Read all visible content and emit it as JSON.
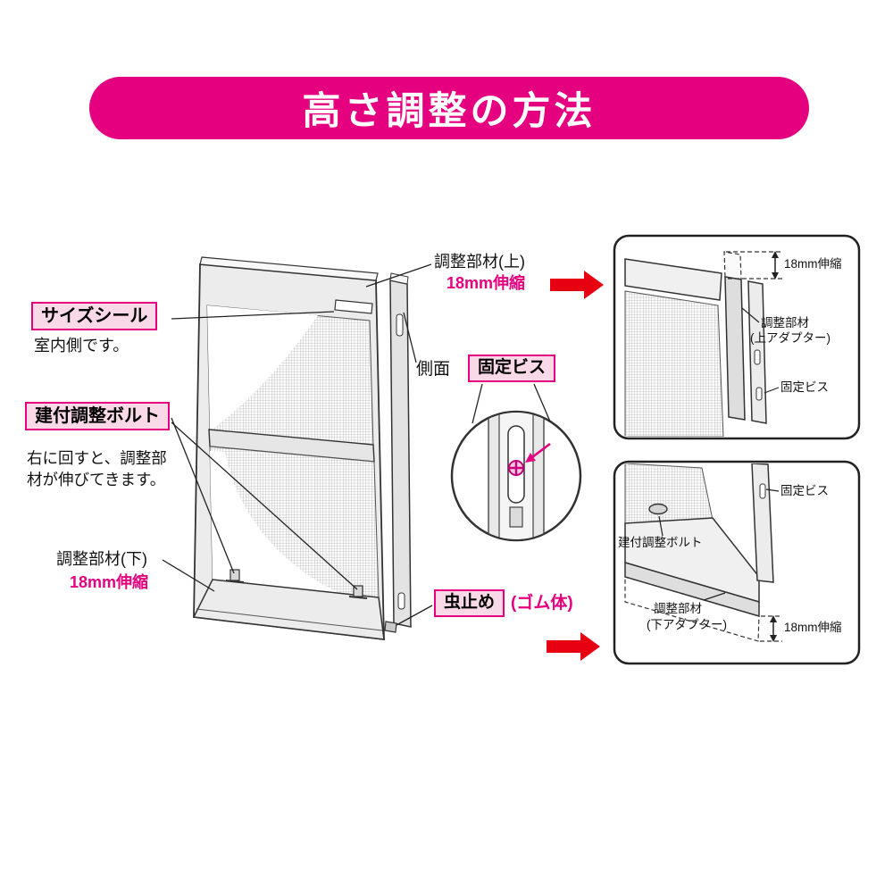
{
  "header": {
    "title": "高さ調整の方法"
  },
  "main_labels": {
    "size_seal": "サイズシール",
    "size_seal_note": "室内側です。",
    "adjust_upper": "調整部材(上)",
    "adjust_upper_dim": "18mm伸縮",
    "side_face": "側面",
    "fixing_screw": "固定ビス",
    "adjust_bolt": "建付調整ボルト",
    "adjust_bolt_note_line1": "右に回すと、調整部",
    "adjust_bolt_note_line2": "材が伸びてきます。",
    "adjust_lower": "調整部材(下)",
    "adjust_lower_dim": "18mm伸縮",
    "bug_stop": "虫止め",
    "bug_stop_note": "(ゴム体)"
  },
  "panel_top": {
    "dim": "18mm伸縮",
    "part_line1": "調整部材",
    "part_line2": "(上アダプター)",
    "screw": "固定ビス"
  },
  "panel_bottom": {
    "screw": "固定ビス",
    "bolt": "建付調整ボルト",
    "part_line1": "調整部材",
    "part_line2": "(下アダプター)",
    "dim": "18mm伸縮"
  },
  "colors": {
    "magenta": "#E4007F",
    "red_arrow": "#E60012",
    "label_box_bg": "#F9D9E8",
    "label_box_border": "#E4007F"
  }
}
